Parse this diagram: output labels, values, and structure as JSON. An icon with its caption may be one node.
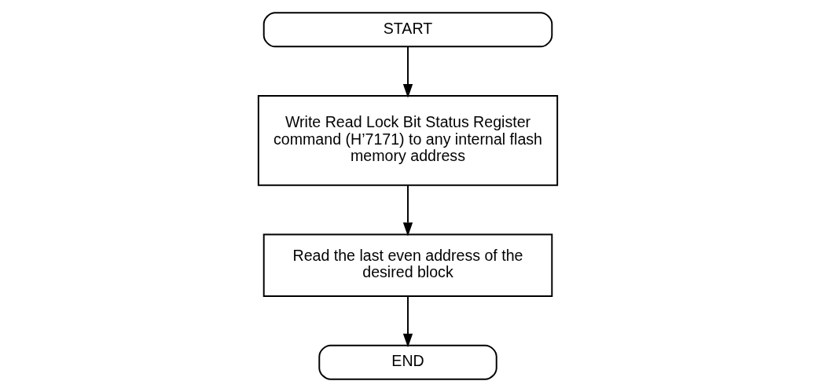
{
  "diagram": {
    "nodes": [
      {
        "text": [
          "START"
        ]
      },
      {
        "text": [
          "Write Read Lock Bit Status Register command (H’7171) to any internal flash memory address"
        ]
      },
      {
        "text": [
          "Read the last even address of the desired block"
        ]
      },
      {
        "text": [
          "END"
        ]
      }
    ],
    "edges": [
      {
        "from": 0,
        "to": 1,
        "arrow": "to"
      },
      {
        "from": 1,
        "to": 2,
        "arrow": "to"
      },
      {
        "from": 2,
        "to": 3,
        "arrow": "to"
      }
    ]
  }
}
